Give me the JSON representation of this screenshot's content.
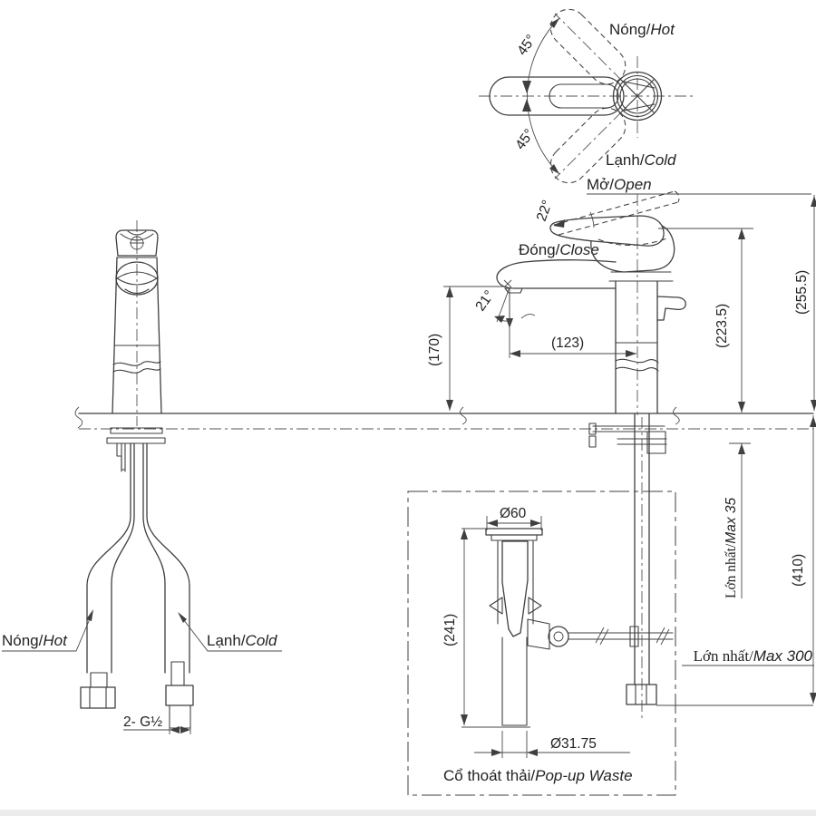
{
  "top_view": {
    "hot_vi": "Nóng/",
    "hot_en": "Hot",
    "cold_vi": "Lạnh/",
    "cold_en": "Cold",
    "angle_upper": "45°",
    "angle_lower": "45°"
  },
  "side_view": {
    "open_vi": "Mở/",
    "open_en": "Open",
    "close_vi": "Đóng/",
    "close_en": "Close",
    "open_angle": "22°",
    "stream_angle": "21°",
    "dim_spout_height": "(170)",
    "dim_spout_reach": "(123)",
    "dim_height_closed": "(223.5)",
    "dim_height_open": "(255.5)"
  },
  "install": {
    "max_deck_vi": "Lớn nhất/",
    "max_deck_en": "Max 35",
    "dim_below_counter": "(410)",
    "rod_max_vi": "Lớn nhất/",
    "rod_max_en": "Max 300"
  },
  "front_view": {
    "hot_vi": "Nóng/",
    "hot_en": "Hot",
    "cold_vi": "Lạnh/",
    "cold_en": "Cold",
    "thread": "2- G½"
  },
  "popup": {
    "dim_flange": "Ø60",
    "dim_length": "(241)",
    "dim_tail": "Ø31.75",
    "caption_vi": "Cổ thoát thải/",
    "caption_en": "Pop-up Waste"
  }
}
